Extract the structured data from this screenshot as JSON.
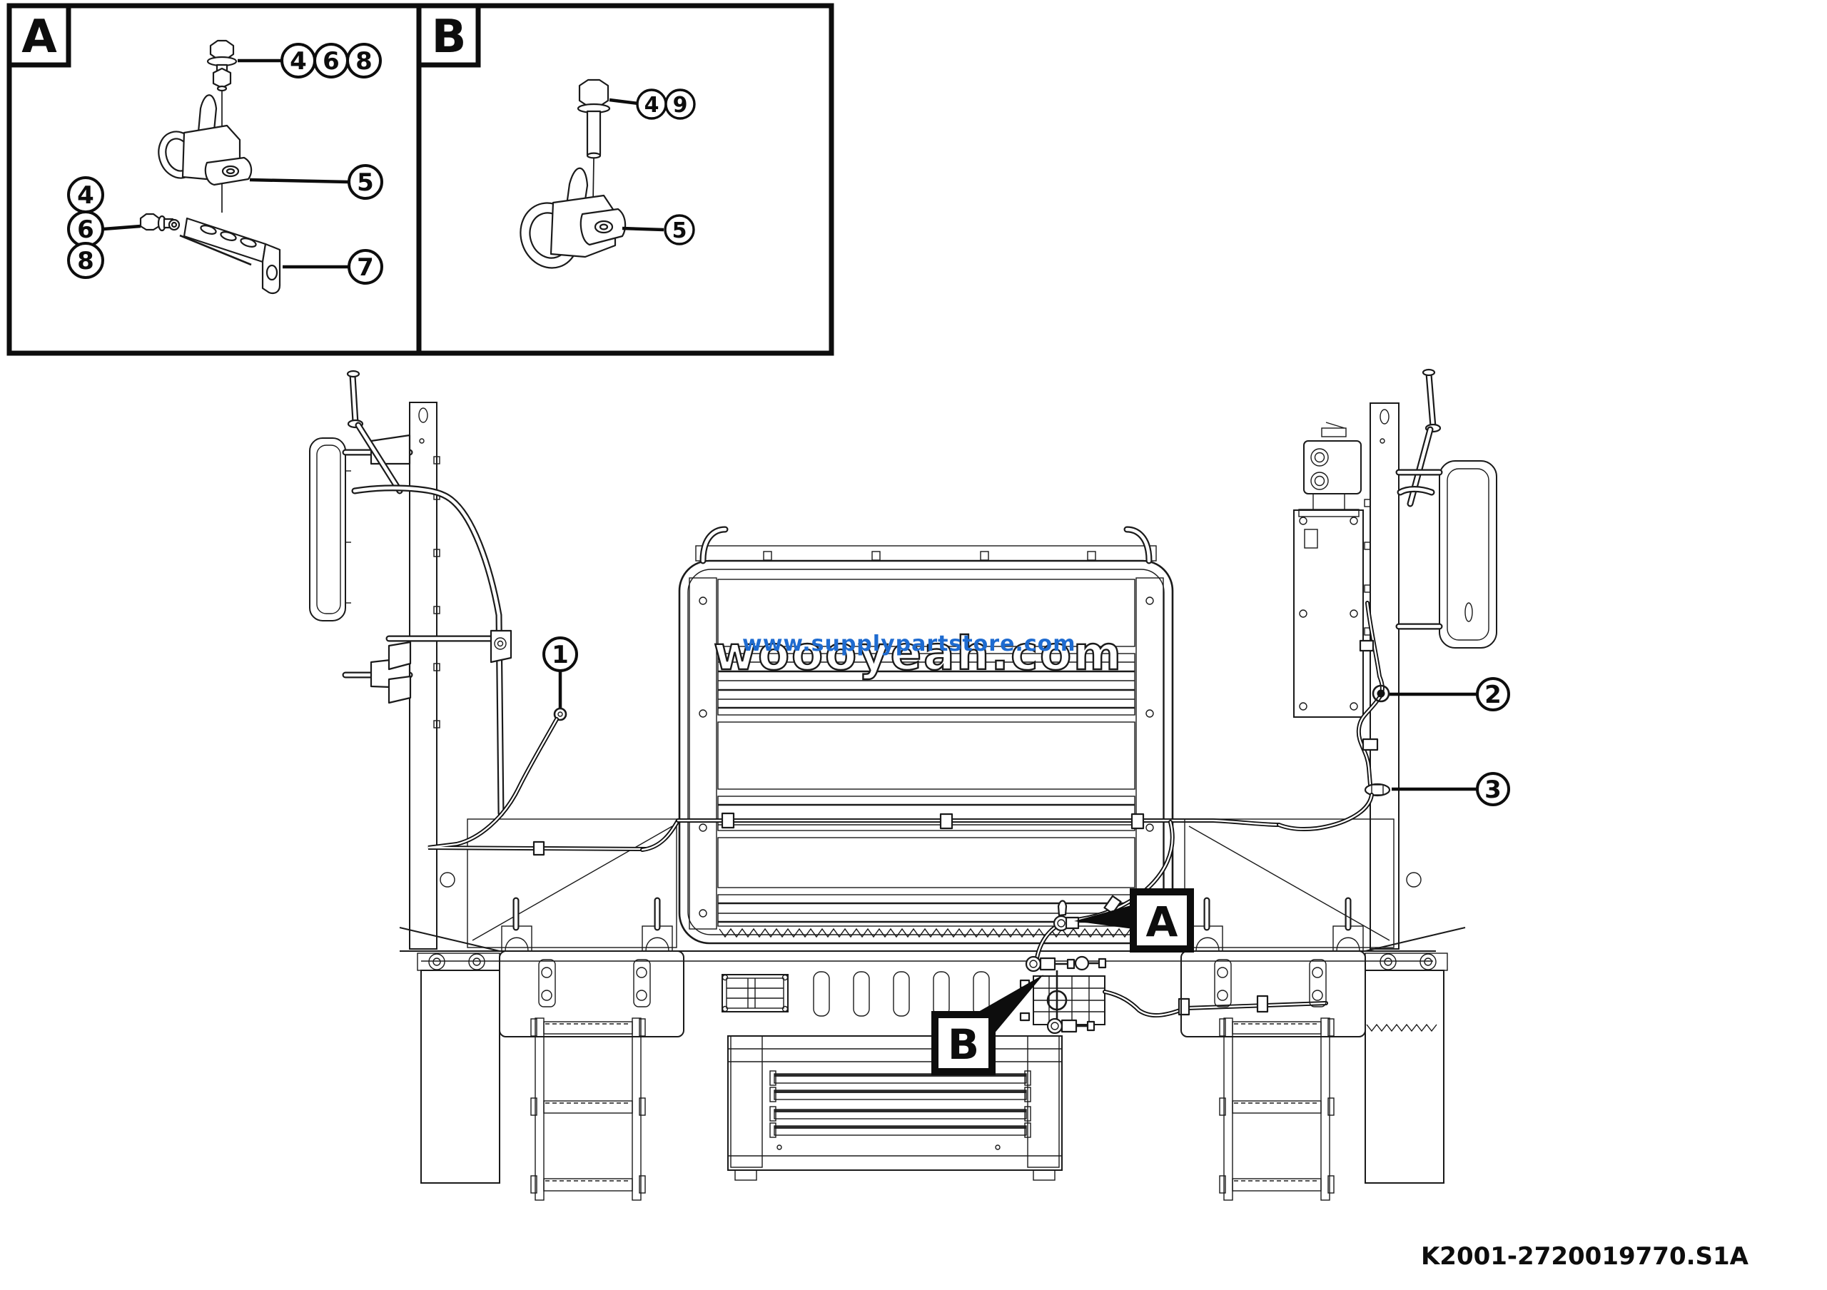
{
  "page": {
    "background": "#ffffff",
    "line_color": "#1a1a1a"
  },
  "detail_panel": {
    "box_a": {
      "label": "A",
      "bolt_callouts": [
        "4",
        "6",
        "8"
      ],
      "clamp_callout": "5",
      "side_callouts": [
        "4",
        "6",
        "8"
      ],
      "bracket_callout": "7"
    },
    "box_b": {
      "label": "B",
      "bolt_callouts": [
        "4",
        "9"
      ],
      "clamp_callout": "5"
    }
  },
  "main_diagram": {
    "callouts": [
      "1",
      "2",
      "3"
    ],
    "label_a": "A",
    "label_b": "B"
  },
  "watermarks": {
    "outline_text": "woooyeah.com",
    "blue_text": "www.supplypartstore.com",
    "blue_color": "#1e6bd0"
  },
  "footer": {
    "drawing_number": "K2001-2720019770.S1A"
  }
}
